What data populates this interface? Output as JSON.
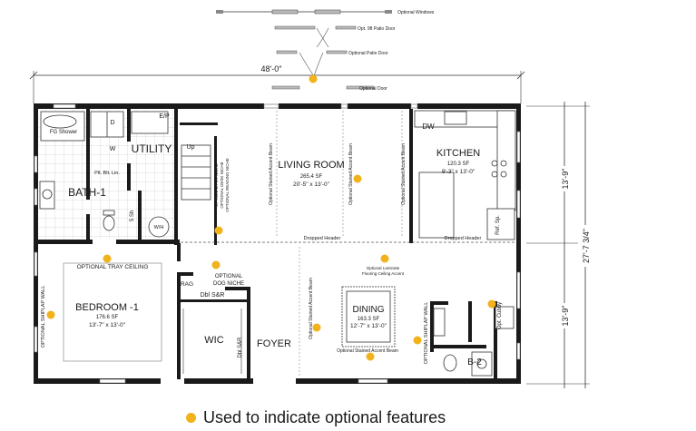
{
  "colors": {
    "wall": "#1a1a1a",
    "optional_dot": "#f2b21b",
    "floor_light": "#e6e6e6"
  },
  "option_legend": {
    "windows": "Optional Windows",
    "patio_door_9": "Opt. 9ft Patio Door",
    "patio_door": "Optional Patio Door",
    "door": "Optional Door"
  },
  "dimensions": {
    "width": "48'-0\"",
    "overall_depth": "27'-7 3/4\"",
    "top_half": "13'-9\"",
    "bottom_half": "13'-9\""
  },
  "rooms": {
    "fg_shower": "FG Shower",
    "utility": "UTILITY",
    "ep": "E/P",
    "w": "W",
    "d": "D",
    "plt_blt_lin": "Plt. Blt. Lin.",
    "up": "Up",
    "bath1": "BATH-1",
    "sh5": "5 Sh",
    "wh": "W/H",
    "living": {
      "name": "LIVING ROOM",
      "sf": "265.4 SF",
      "dims": "20'-5\" x 13'-0\""
    },
    "kitchen": {
      "name": "KITCHEN",
      "sf": "120.3 SF",
      "dims": "9'-3\" x 13'-0\""
    },
    "dw": "DW",
    "ref_sp": "Ref. Sp.",
    "bedroom": {
      "name": "BEDROOM -1",
      "sf": "176.6 SF",
      "dims": "13'-7\" x 13'-0\""
    },
    "dining": {
      "name": "DINING",
      "sf": "163.3 SF",
      "dims": "12'-7\" x 13'-0\""
    },
    "wic": "WIC",
    "rag": "RAG",
    "dbl_sr": "Dbl S&R",
    "foyer": "FOYER",
    "b2": "B-2",
    "opt_cubby": "Opt. Cubby"
  },
  "notes": {
    "opt_tray_ceiling": "OPTIONAL TRAY CEILING",
    "opt_dog_niche_1": "OPTIONAL",
    "opt_dog_niche_2": "DOG NICHE",
    "opt_shiplap": "OPTIONAL SHIPLAP WALL",
    "opt_beam": "Optional Stained Accent Beam",
    "dropped_header": "Dropped Header",
    "opt_pet_niche": "OPTIONAL PET NICHE",
    "opt_desk_niche": "OPTIONAL DESK NICHE",
    "opt_reading_niche": "OPTIONAL READING NICHE",
    "laminate_1": "Optional Laminate",
    "laminate_2": "Flooring Ceiling Accent"
  },
  "legend_text": "Used to indicate optional features"
}
